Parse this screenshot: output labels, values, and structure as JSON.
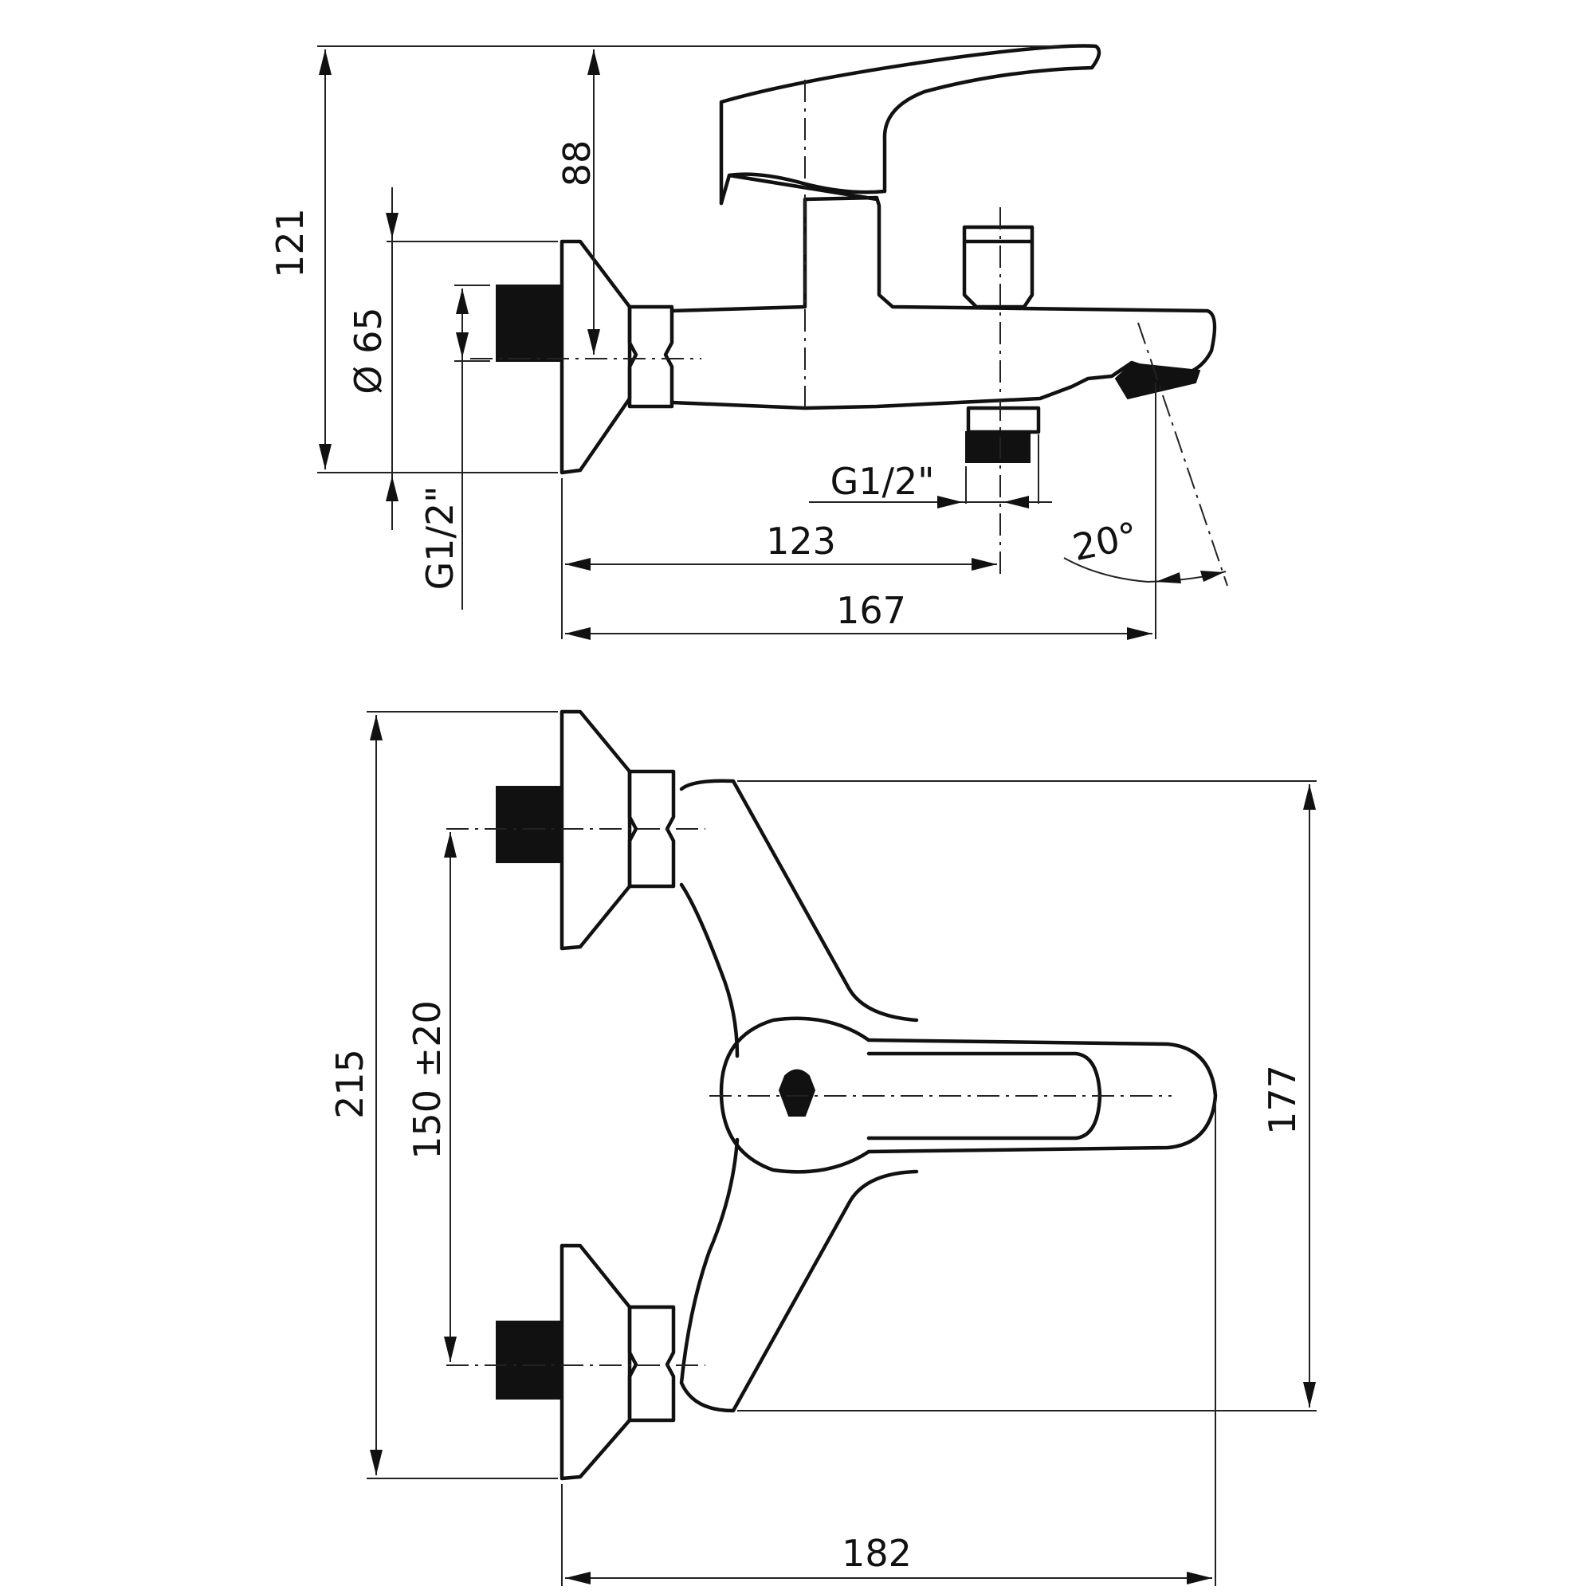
{
  "side_view": {
    "dimensions": {
      "total_height": "121",
      "lever_height": "88",
      "flange_diameter": "Ø 65",
      "inlet_thread": "G1/2\"",
      "outlet_thread": "G1/2\"",
      "outlet_offset": "123",
      "spout_reach": "167",
      "spout_angle": "20°"
    }
  },
  "top_view": {
    "dimensions": {
      "total_length": "215",
      "inlet_spacing": "150 ±20",
      "body_length": "177",
      "total_depth": "182"
    }
  }
}
